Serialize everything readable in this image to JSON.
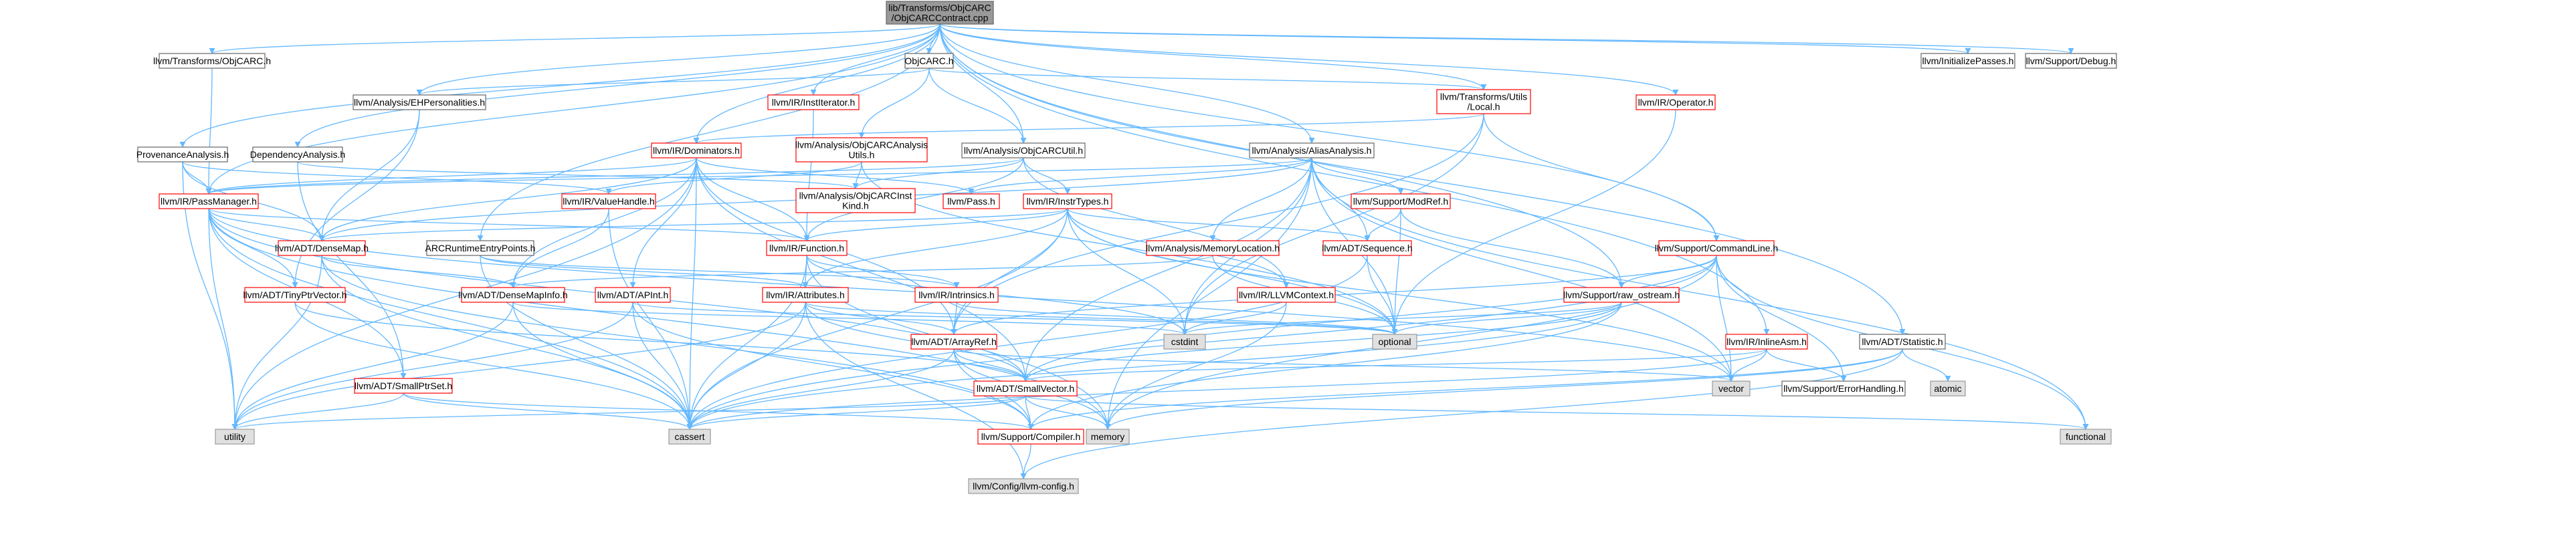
{
  "colors": {
    "edge_blue": "#63b8ff",
    "edge_red": "#8b1a1a",
    "edge_purple": "#9a32cd",
    "edge_gray": "#b0b0b0",
    "box_root_fill": "#999999",
    "box_fill": "#ffffff",
    "box_external_fill": "#e0e0e0",
    "border_normal": "#666666",
    "border_truncated": "#ff0000",
    "border_external": "#999999"
  },
  "graph": {
    "root": "root",
    "nodes": [
      {
        "id": "root",
        "label": "lib/Transforms/ObjCARC\n/ObjCARCContract.cpp",
        "kind": "root"
      },
      {
        "id": "tobjcarc",
        "label": "llvm/Transforms/ObjCARC.h",
        "kind": "normal"
      },
      {
        "id": "objcarc",
        "label": "ObjCARC.h",
        "kind": "normal"
      },
      {
        "id": "instit",
        "label": "llvm/IR/InstIterator.h",
        "kind": "truncated"
      },
      {
        "id": "ehpers",
        "label": "llvm/Analysis/EHPersonalities.h",
        "kind": "normal"
      },
      {
        "id": "provanal",
        "label": "ProvenanceAnalysis.h",
        "kind": "normal"
      },
      {
        "id": "depanal",
        "label": "DependencyAnalysis.h",
        "kind": "normal"
      },
      {
        "id": "localh",
        "label": "llvm/Transforms/Utils\n/Local.h",
        "kind": "truncated"
      },
      {
        "id": "operator",
        "label": "llvm/IR/Operator.h",
        "kind": "truncated"
      },
      {
        "id": "initpasses",
        "label": "llvm/InitializePasses.h",
        "kind": "normal"
      },
      {
        "id": "debug",
        "label": "llvm/Support/Debug.h",
        "kind": "normal"
      },
      {
        "id": "dominators",
        "label": "llvm/IR/Dominators.h",
        "kind": "truncated"
      },
      {
        "id": "objanalutils",
        "label": "llvm/Analysis/ObjCARCAnalysis\nUtils.h",
        "kind": "truncated"
      },
      {
        "id": "objcarcutil",
        "label": "llvm/Analysis/ObjCARCUtil.h",
        "kind": "normal"
      },
      {
        "id": "aliasanal",
        "label": "llvm/Analysis/AliasAnalysis.h",
        "kind": "normal"
      },
      {
        "id": "passmgr",
        "label": "llvm/IR/PassManager.h",
        "kind": "truncated"
      },
      {
        "id": "valuehandle",
        "label": "llvm/IR/ValueHandle.h",
        "kind": "truncated"
      },
      {
        "id": "instkind",
        "label": "llvm/Analysis/ObjCARCInst\nKind.h",
        "kind": "truncated"
      },
      {
        "id": "pass",
        "label": "llvm/Pass.h",
        "kind": "truncated"
      },
      {
        "id": "instrtypes",
        "label": "llvm/IR/InstrTypes.h",
        "kind": "truncated"
      },
      {
        "id": "modref",
        "label": "llvm/Support/ModRef.h",
        "kind": "truncated"
      },
      {
        "id": "densemap",
        "label": "llvm/ADT/DenseMap.h",
        "kind": "truncated"
      },
      {
        "id": "function",
        "label": "llvm/IR/Function.h",
        "kind": "truncated"
      },
      {
        "id": "arcrtentry",
        "label": "ARCRuntimeEntryPoints.h",
        "kind": "normal"
      },
      {
        "id": "memloc",
        "label": "llvm/Analysis/MemoryLocation.h",
        "kind": "truncated"
      },
      {
        "id": "sequence",
        "label": "llvm/ADT/Sequence.h",
        "kind": "truncated"
      },
      {
        "id": "cmdline",
        "label": "llvm/Support/CommandLine.h",
        "kind": "truncated"
      },
      {
        "id": "tinyptr",
        "label": "llvm/ADT/TinyPtrVector.h",
        "kind": "truncated"
      },
      {
        "id": "densemapinfo",
        "label": "llvm/ADT/DenseMapInfo.h",
        "kind": "truncated"
      },
      {
        "id": "apint",
        "label": "llvm/ADT/APInt.h",
        "kind": "truncated"
      },
      {
        "id": "attributes",
        "label": "llvm/IR/Attributes.h",
        "kind": "truncated"
      },
      {
        "id": "intrinsics",
        "label": "llvm/IR/Intrinsics.h",
        "kind": "truncated"
      },
      {
        "id": "llvmctx",
        "label": "llvm/IR/LLVMContext.h",
        "kind": "truncated"
      },
      {
        "id": "rawostream",
        "label": "llvm/Support/raw_ostream.h",
        "kind": "truncated"
      },
      {
        "id": "inlineasm",
        "label": "llvm/IR/InlineAsm.h",
        "kind": "truncated"
      },
      {
        "id": "statistic",
        "label": "llvm/ADT/Statistic.h",
        "kind": "normal"
      },
      {
        "id": "arrayref",
        "label": "llvm/ADT/ArrayRef.h",
        "kind": "truncated"
      },
      {
        "id": "cstdint",
        "label": "cstdint",
        "kind": "external"
      },
      {
        "id": "optional",
        "label": "optional",
        "kind": "external"
      },
      {
        "id": "smallptrset",
        "label": "llvm/ADT/SmallPtrSet.h",
        "kind": "truncated"
      },
      {
        "id": "smallvector",
        "label": "llvm/ADT/SmallVector.h",
        "kind": "truncated"
      },
      {
        "id": "vector",
        "label": "vector",
        "kind": "external"
      },
      {
        "id": "errorhandling",
        "label": "llvm/Support/ErrorHandling.h",
        "kind": "normal"
      },
      {
        "id": "atomic",
        "label": "atomic",
        "kind": "external"
      },
      {
        "id": "utility",
        "label": "utility",
        "kind": "external"
      },
      {
        "id": "cassert",
        "label": "cassert",
        "kind": "external"
      },
      {
        "id": "memory",
        "label": "memory",
        "kind": "external"
      },
      {
        "id": "compiler",
        "label": "llvm/Support/Compiler.h",
        "kind": "truncated"
      },
      {
        "id": "functional",
        "label": "functional",
        "kind": "external"
      },
      {
        "id": "llvmconfig",
        "label": "llvm/Config/llvm-config.h",
        "kind": "external"
      }
    ],
    "edges": [
      [
        "root",
        "tobjcarc"
      ],
      [
        "root",
        "objcarc"
      ],
      [
        "root",
        "instit"
      ],
      [
        "root",
        "ehpers"
      ],
      [
        "root",
        "provanal"
      ],
      [
        "root",
        "depanal"
      ],
      [
        "root",
        "localh"
      ],
      [
        "root",
        "operator"
      ],
      [
        "root",
        "initpasses"
      ],
      [
        "root",
        "debug"
      ],
      [
        "root",
        "dominators"
      ],
      [
        "root",
        "objcarcutil"
      ],
      [
        "root",
        "aliasanal"
      ],
      [
        "root",
        "passmgr"
      ],
      [
        "root",
        "arcrtentry"
      ],
      [
        "root",
        "cmdline"
      ],
      [
        "root",
        "rawostream"
      ],
      [
        "root",
        "inlineasm"
      ],
      [
        "root",
        "statistic"
      ],
      [
        "tobjcarc",
        "passmgr"
      ],
      [
        "objcarc",
        "ehpers"
      ],
      [
        "objcarc",
        "objanalutils"
      ],
      [
        "objcarc",
        "objcarcutil"
      ],
      [
        "objcarc",
        "localh"
      ],
      [
        "instit",
        "function"
      ],
      [
        "ehpers",
        "densemap"
      ],
      [
        "ehpers",
        "tinyptr"
      ],
      [
        "provanal",
        "passmgr"
      ],
      [
        "provanal",
        "densemap"
      ],
      [
        "provanal",
        "valuehandle"
      ],
      [
        "provanal",
        "utility"
      ],
      [
        "depanal",
        "instkind"
      ],
      [
        "depanal",
        "smallptrset"
      ],
      [
        "localh",
        "dominators"
      ],
      [
        "localh",
        "cmdline"
      ],
      [
        "localh",
        "arrayref"
      ],
      [
        "localh",
        "cstdint"
      ],
      [
        "operator",
        "optional"
      ],
      [
        "dominators",
        "passmgr"
      ],
      [
        "dominators",
        "densemap"
      ],
      [
        "dominators",
        "apint"
      ],
      [
        "dominators",
        "pass"
      ],
      [
        "dominators",
        "function"
      ],
      [
        "dominators",
        "arrayref"
      ],
      [
        "dominators",
        "smallvector"
      ],
      [
        "dominators",
        "cassert"
      ],
      [
        "dominators",
        "utility"
      ],
      [
        "dominators",
        "densemapinfo"
      ],
      [
        "objanalutils",
        "instkind"
      ],
      [
        "objanalutils",
        "valuehandle"
      ],
      [
        "objanalutils",
        "optional"
      ],
      [
        "objcarcutil",
        "instkind"
      ],
      [
        "objcarcutil",
        "instrtypes"
      ],
      [
        "objcarcutil",
        "passmgr"
      ],
      [
        "objcarcutil",
        "llvmctx"
      ],
      [
        "objcarcutil",
        "function"
      ],
      [
        "aliasanal",
        "pass"
      ],
      [
        "aliasanal",
        "modref"
      ],
      [
        "aliasanal",
        "sequence"
      ],
      [
        "aliasanal",
        "memloc"
      ],
      [
        "aliasanal",
        "passmgr"
      ],
      [
        "aliasanal",
        "densemap"
      ],
      [
        "aliasanal",
        "cstdint"
      ],
      [
        "aliasanal",
        "optional"
      ],
      [
        "aliasanal",
        "vector"
      ],
      [
        "aliasanal",
        "functional"
      ],
      [
        "aliasanal",
        "smallvector"
      ],
      [
        "aliasanal",
        "memory"
      ],
      [
        "passmgr",
        "function"
      ],
      [
        "passmgr",
        "tinyptr"
      ],
      [
        "passmgr",
        "densemap"
      ],
      [
        "passmgr",
        "smallptrset"
      ],
      [
        "passmgr",
        "smallvector"
      ],
      [
        "passmgr",
        "cassert"
      ],
      [
        "passmgr",
        "utility"
      ],
      [
        "passmgr",
        "vector"
      ],
      [
        "passmgr",
        "memory"
      ],
      [
        "valuehandle",
        "densemapinfo"
      ],
      [
        "valuehandle",
        "cassert"
      ],
      [
        "instrtypes",
        "function"
      ],
      [
        "instrtypes",
        "attributes"
      ],
      [
        "instrtypes",
        "sequence"
      ],
      [
        "instrtypes",
        "llvmctx"
      ],
      [
        "instrtypes",
        "arrayref"
      ],
      [
        "instrtypes",
        "optional"
      ],
      [
        "instrtypes",
        "cstdint"
      ],
      [
        "instrtypes",
        "cassert"
      ],
      [
        "instrtypes",
        "densemap"
      ],
      [
        "instrtypes",
        "vector"
      ],
      [
        "modref",
        "sequence"
      ],
      [
        "modref",
        "rawostream"
      ],
      [
        "modref",
        "optional"
      ],
      [
        "densemap",
        "densemapinfo"
      ],
      [
        "densemap",
        "cassert"
      ],
      [
        "densemap",
        "utility"
      ],
      [
        "densemap",
        "compiler"
      ],
      [
        "function",
        "attributes"
      ],
      [
        "function",
        "intrinsics"
      ],
      [
        "function",
        "cstdint"
      ],
      [
        "function",
        "memory"
      ],
      [
        "function",
        "cassert"
      ],
      [
        "arcrtentry",
        "attributes"
      ],
      [
        "arcrtentry",
        "intrinsics"
      ],
      [
        "arcrtentry",
        "cassert"
      ],
      [
        "memloc",
        "densemapinfo"
      ],
      [
        "memloc",
        "optional"
      ],
      [
        "sequence",
        "cassert"
      ],
      [
        "sequence",
        "optional"
      ],
      [
        "cmdline",
        "arrayref"
      ],
      [
        "cmdline",
        "smallvector"
      ],
      [
        "cmdline",
        "rawostream"
      ],
      [
        "cmdline",
        "errorhandling"
      ],
      [
        "cmdline",
        "functional"
      ],
      [
        "cmdline",
        "vector"
      ],
      [
        "cmdline",
        "cassert"
      ],
      [
        "cmdline",
        "memory"
      ],
      [
        "tinyptr",
        "smallvector"
      ],
      [
        "tinyptr",
        "cassert"
      ],
      [
        "densemapinfo",
        "cassert"
      ],
      [
        "densemapinfo",
        "cstdint"
      ],
      [
        "densemapinfo",
        "utility"
      ],
      [
        "apint",
        "compiler"
      ],
      [
        "apint",
        "cassert"
      ],
      [
        "apint",
        "optional"
      ],
      [
        "apint",
        "utility"
      ],
      [
        "attributes",
        "arrayref"
      ],
      [
        "attributes",
        "optional"
      ],
      [
        "attributes",
        "utility"
      ],
      [
        "attributes",
        "llvmconfig"
      ],
      [
        "attributes",
        "cassert"
      ],
      [
        "attributes",
        "smallvector"
      ],
      [
        "intrinsics",
        "arrayref"
      ],
      [
        "intrinsics",
        "optional"
      ],
      [
        "llvmctx",
        "cstdint"
      ],
      [
        "llvmctx",
        "memory"
      ],
      [
        "rawostream",
        "compiler"
      ],
      [
        "rawostream",
        "cassert"
      ],
      [
        "rawostream",
        "optional"
      ],
      [
        "rawostream",
        "cstdint"
      ],
      [
        "rawostream",
        "smallvector"
      ],
      [
        "inlineasm",
        "smallvector"
      ],
      [
        "inlineasm",
        "errorhandling"
      ],
      [
        "inlineasm",
        "cassert"
      ],
      [
        "inlineasm",
        "vector"
      ],
      [
        "statistic",
        "compiler"
      ],
      [
        "statistic",
        "atomic"
      ],
      [
        "statistic",
        "memory"
      ],
      [
        "statistic",
        "llvmconfig"
      ],
      [
        "arrayref",
        "smallvector"
      ],
      [
        "arrayref",
        "compiler"
      ],
      [
        "arrayref",
        "cassert"
      ],
      [
        "arrayref",
        "memory"
      ],
      [
        "arrayref",
        "vector"
      ],
      [
        "smallptrset",
        "compiler"
      ],
      [
        "smallptrset",
        "cassert"
      ],
      [
        "smallptrset",
        "utility"
      ],
      [
        "smallvector",
        "compiler"
      ],
      [
        "smallvector",
        "cassert"
      ],
      [
        "smallvector",
        "memory"
      ],
      [
        "smallvector",
        "utility"
      ],
      [
        "smallvector",
        "functional"
      ],
      [
        "compiler",
        "llvmconfig"
      ]
    ]
  }
}
